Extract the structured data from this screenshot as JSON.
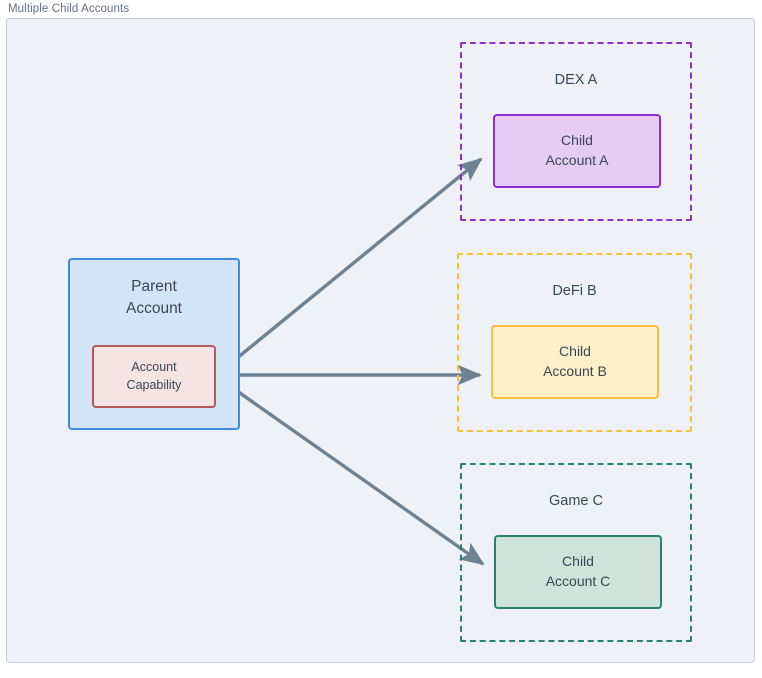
{
  "diagram": {
    "title": "Multiple Child Accounts",
    "background_color": "#eef2f6",
    "frame_border_color": "#c3cdd7",
    "arrow_color": "#6e8293"
  },
  "nodes": {
    "parent": {
      "line1": "Parent",
      "line2": "Account",
      "fill": "#d4e4f7",
      "stroke": "#3c8ce0"
    },
    "capability": {
      "line1": "Account",
      "line2": "Capability",
      "fill": "#f6e3e3",
      "stroke": "#b4585a"
    }
  },
  "groups": [
    {
      "id": "dex-a",
      "label": "DEX A",
      "border_color": "#8e2fd4",
      "child": {
        "line1": "Child",
        "line2": "Account A",
        "fill": "#e6ccf5",
        "stroke": "#8e2fd4"
      }
    },
    {
      "id": "defi-b",
      "label": "DeFi B",
      "border_color": "#f7c137",
      "child": {
        "line1": "Child",
        "line2": "Account B",
        "fill": "#fdf0c9",
        "stroke": "#f7c137"
      }
    },
    {
      "id": "game-c",
      "label": "Game C",
      "border_color": "#29836c",
      "child": {
        "line1": "Child",
        "line2": "Account C",
        "fill": "#cfe3da",
        "stroke": "#29836c"
      }
    }
  ],
  "edges": [
    {
      "id": "edge-parent-to-child-a",
      "from": "capability",
      "to": "child-account-a",
      "label": ""
    },
    {
      "id": "edge-parent-to-child-b",
      "from": "capability",
      "to": "child-account-b",
      "label": ""
    },
    {
      "id": "edge-parent-to-child-c",
      "from": "capability",
      "to": "child-account-c",
      "label": ""
    }
  ]
}
